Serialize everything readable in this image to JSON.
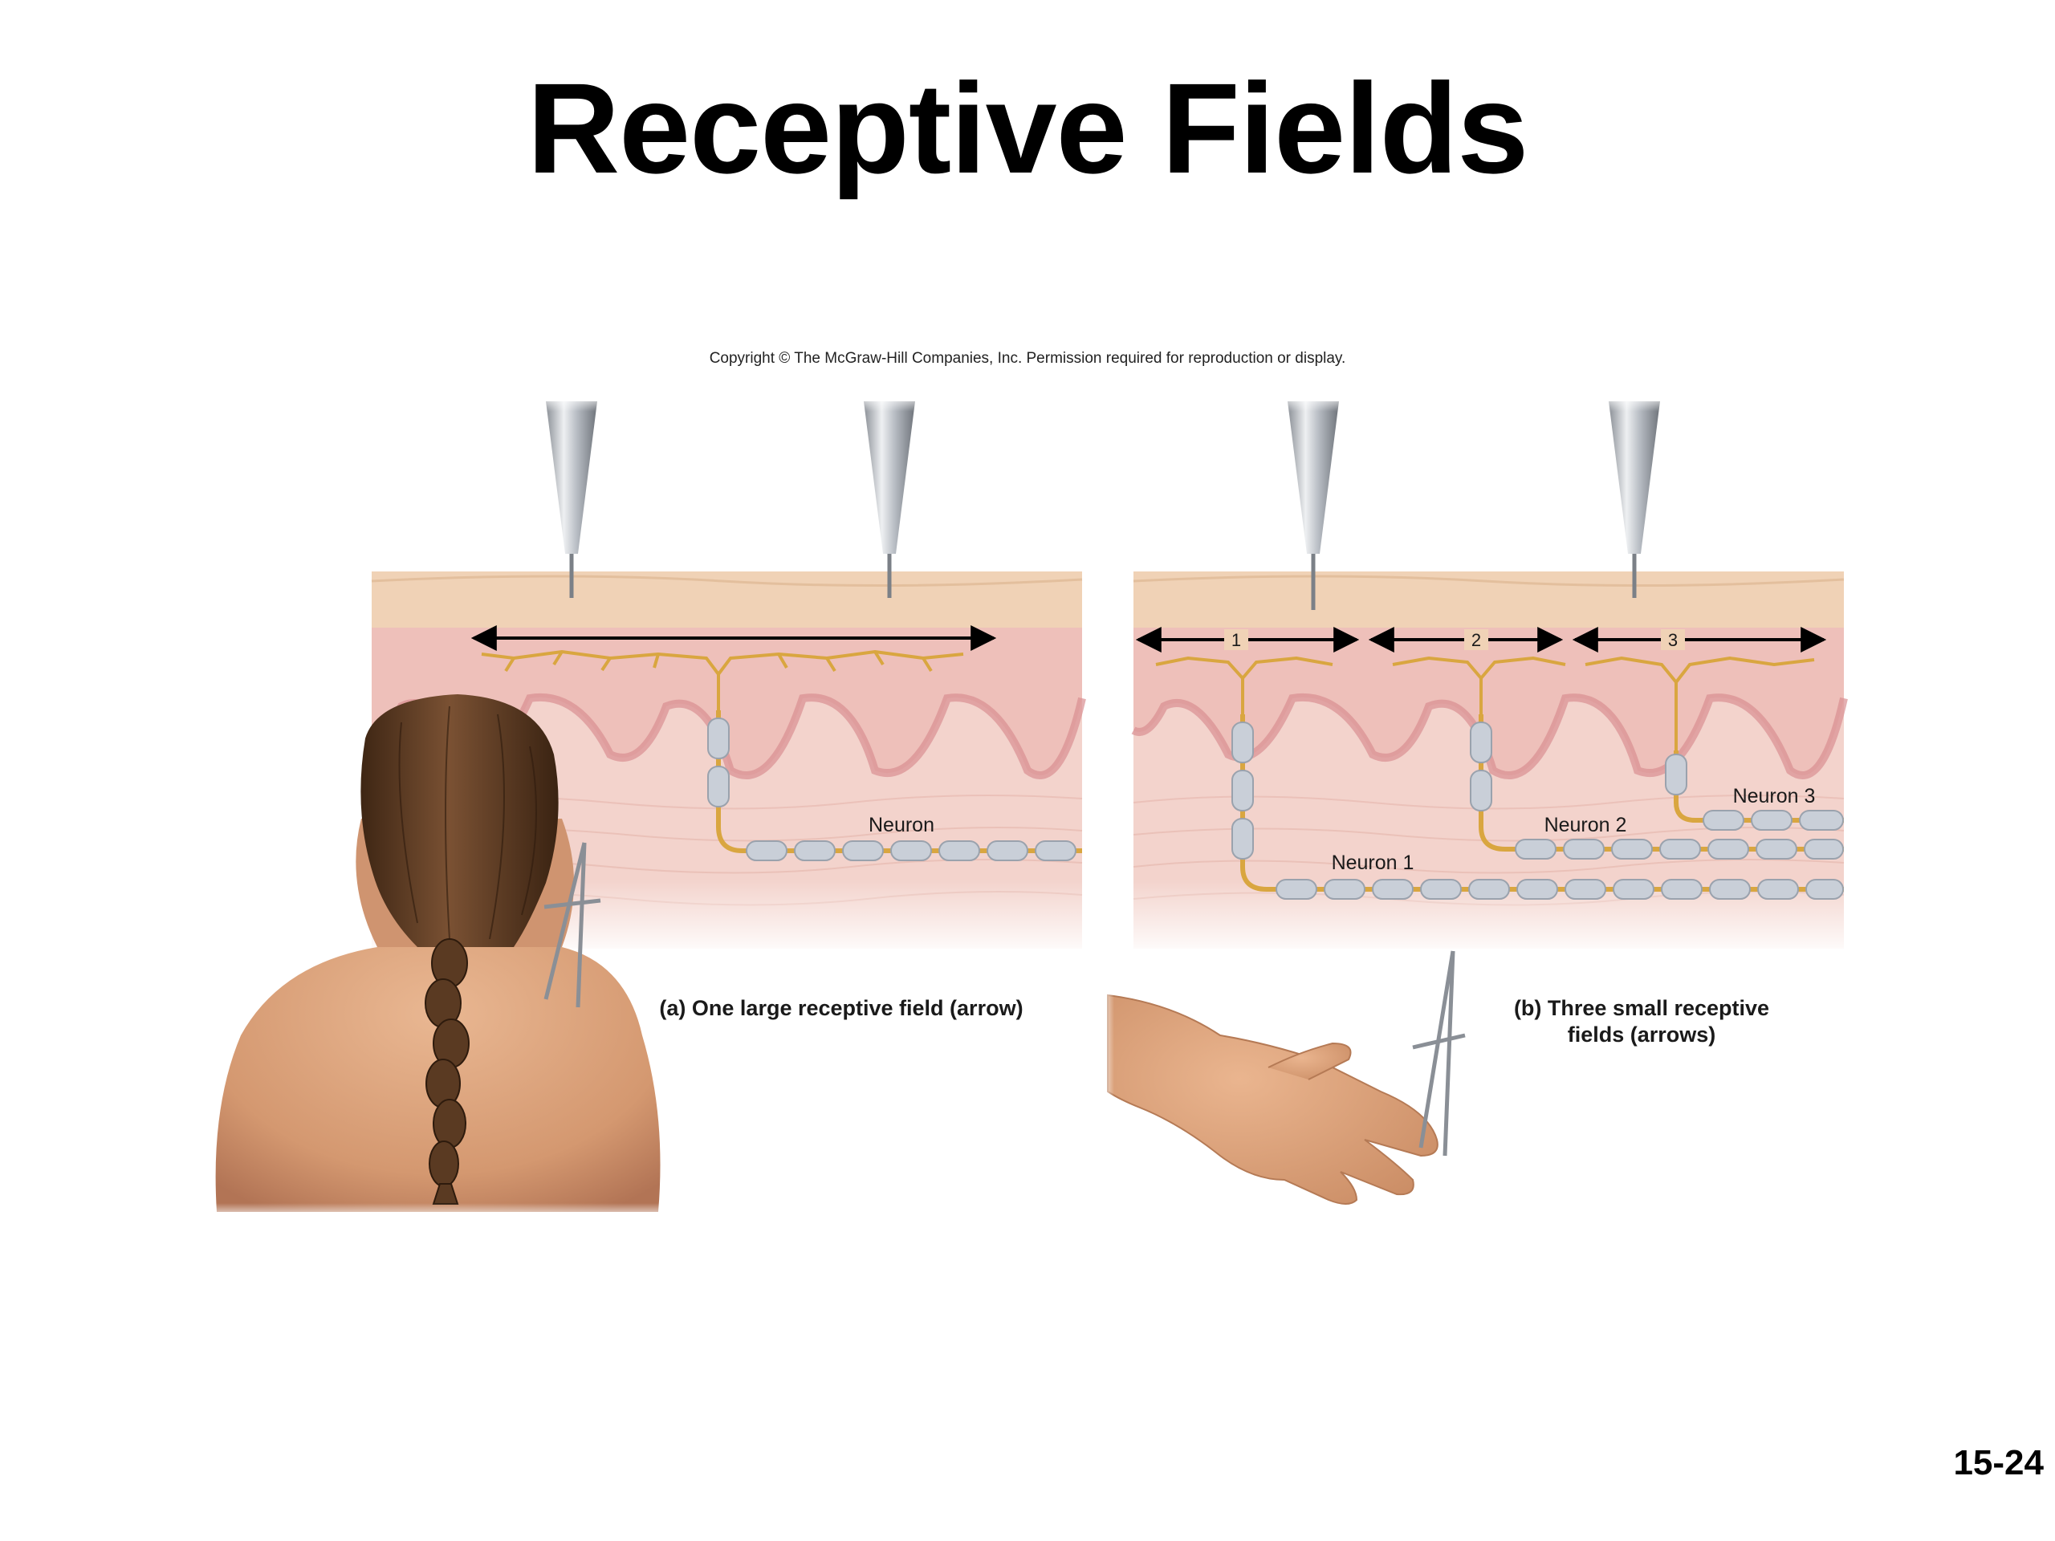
{
  "title": "Receptive Fields",
  "copyright": "Copyright © The McGraw-Hill Companies, Inc. Permission required for reproduction or display.",
  "slide_number": "15-24",
  "panel_a": {
    "neuron_label": "Neuron",
    "caption": "(a) One large receptive field (arrow)"
  },
  "panel_b": {
    "field_numbers": [
      "1",
      "2",
      "3"
    ],
    "neuron_labels": [
      "Neuron 1",
      "Neuron 2",
      "Neuron 3"
    ],
    "caption_line1": "(b) Three small receptive",
    "caption_line2": "fields (arrows)"
  },
  "colors": {
    "epidermis": "#f0d2b6",
    "dermis": "#efc7c0",
    "hypodermis": "#f5dad4",
    "papillae": "#e6a6a6",
    "nerve": "#d9a640",
    "myelin": "#c9cfd8",
    "skin_tone": "#d9a07a",
    "hair": "#5a3a22"
  }
}
